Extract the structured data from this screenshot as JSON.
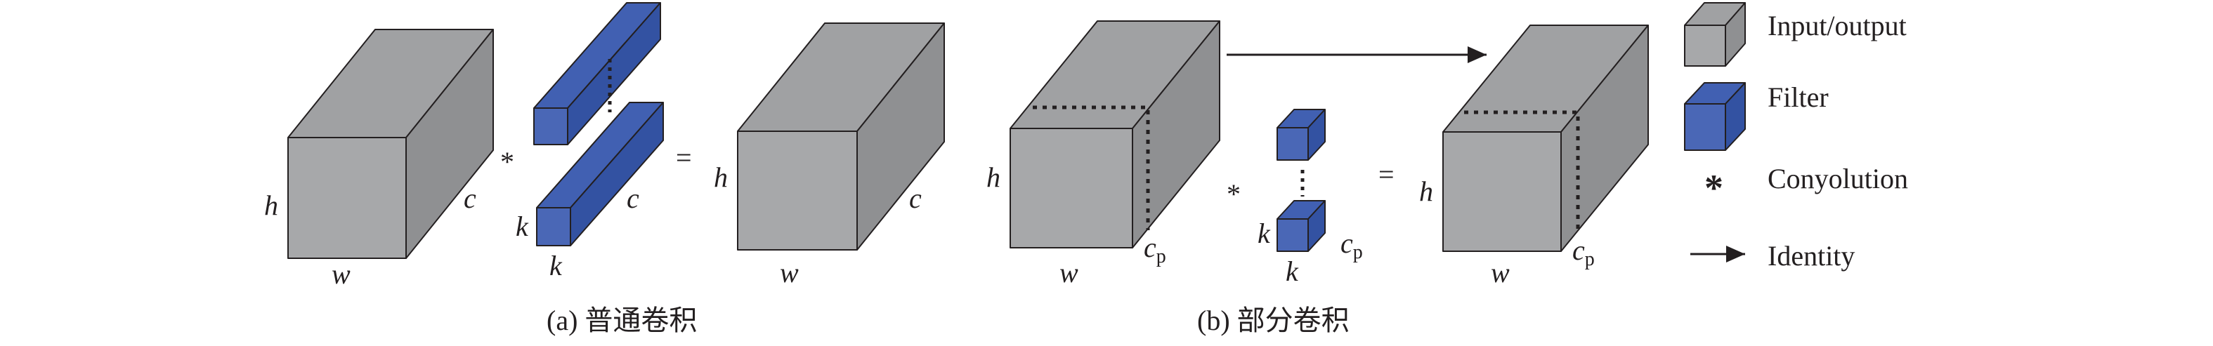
{
  "colors": {
    "gray_front": "#a7a8aa",
    "gray_top": "#a0a1a3",
    "gray_side": "#8f9092",
    "blue_front": "#4a67b6",
    "blue_top": "#4160b2",
    "blue_side": "#3352a2",
    "stroke": "#231f20"
  },
  "symbols": {
    "conv": "*",
    "equals": "="
  },
  "dims": {
    "h": "h",
    "w": "w",
    "c": "c",
    "k": "k",
    "cp_base": "c",
    "cp_sub": "p"
  },
  "captions": {
    "a": "(a) 普通卷积",
    "b": "(b) 部分卷积"
  },
  "legend": {
    "input_output": "Input/output",
    "filter": "Filter",
    "convolution": "Conyolution",
    "identity": "Identity"
  }
}
